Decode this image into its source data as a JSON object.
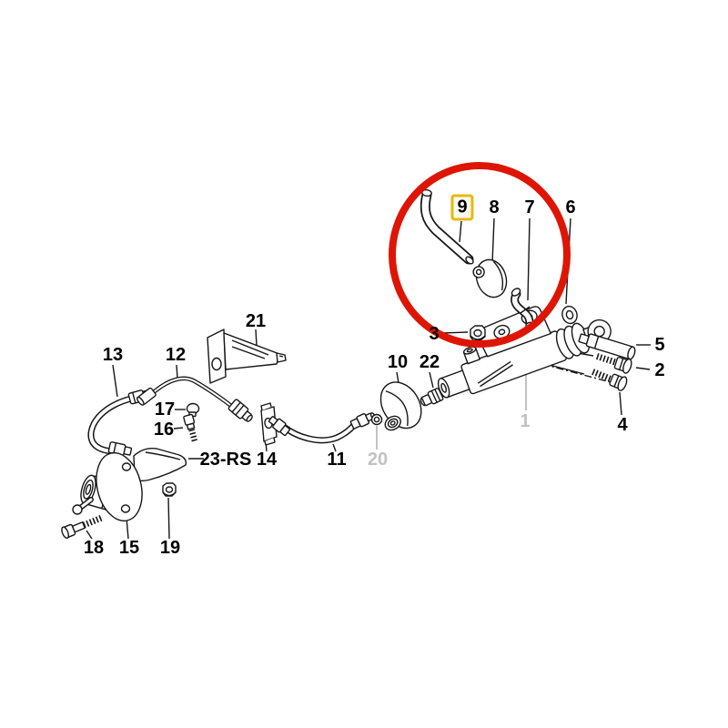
{
  "colors": {
    "callout_red": "#de1505",
    "highlight_yellow": "#e9b80a",
    "highlight_fill": "#fffdf0",
    "muted_gray": "#c2c2c2",
    "line_black": "#161616"
  },
  "diagram": {
    "highlighted_part": "9",
    "muted_parts": [
      "1",
      "20"
    ],
    "labels": [
      {
        "id": "1",
        "text": "1",
        "muted": true
      },
      {
        "id": "2",
        "text": "2"
      },
      {
        "id": "3",
        "text": "3"
      },
      {
        "id": "4",
        "text": "4"
      },
      {
        "id": "5",
        "text": "5"
      },
      {
        "id": "6",
        "text": "6"
      },
      {
        "id": "7",
        "text": "7"
      },
      {
        "id": "8",
        "text": "8"
      },
      {
        "id": "9",
        "text": "9",
        "highlighted": true
      },
      {
        "id": "10",
        "text": "10"
      },
      {
        "id": "11",
        "text": "11"
      },
      {
        "id": "12",
        "text": "12"
      },
      {
        "id": "13",
        "text": "13"
      },
      {
        "id": "14",
        "text": "14"
      },
      {
        "id": "15",
        "text": "15"
      },
      {
        "id": "16",
        "text": "16"
      },
      {
        "id": "17",
        "text": "17"
      },
      {
        "id": "18",
        "text": "18"
      },
      {
        "id": "19",
        "text": "19"
      },
      {
        "id": "20",
        "text": "20",
        "muted": true
      },
      {
        "id": "21",
        "text": "21"
      },
      {
        "id": "22",
        "text": "22"
      },
      {
        "id": "23",
        "text": "23-RS"
      }
    ]
  }
}
